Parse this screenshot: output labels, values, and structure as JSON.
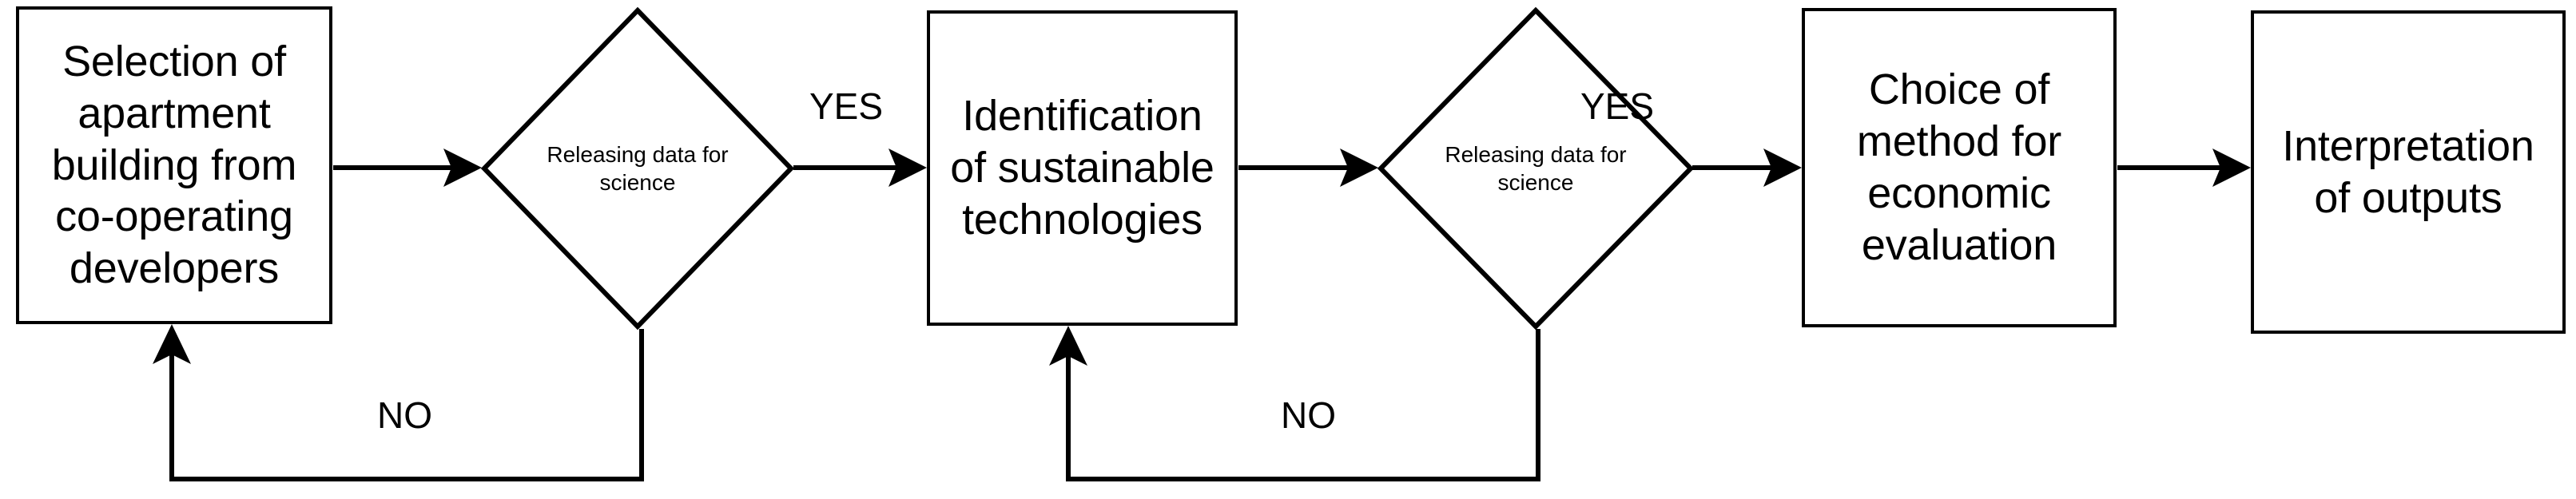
{
  "diagram": {
    "type": "flowchart",
    "orientation": "left-to-right",
    "background_color": "#ffffff",
    "stroke_color": "#000000",
    "nodes": [
      {
        "id": "n1",
        "shape": "process",
        "text": "Selection of\napartment\nbuilding from\nco-operating\ndevelopers"
      },
      {
        "id": "d1",
        "shape": "decision",
        "text": "Releasing data for\nscience"
      },
      {
        "id": "n2",
        "shape": "process",
        "text": "Identification\nof sustainable\ntechnologies"
      },
      {
        "id": "d2",
        "shape": "decision",
        "text": "Releasing data for\nscience"
      },
      {
        "id": "n3",
        "shape": "process",
        "text": "Choice of\nmethod for\neconomic\nevaluation"
      },
      {
        "id": "n4",
        "shape": "process",
        "text": "Interpretation\nof outputs"
      }
    ],
    "edges": [
      {
        "id": "e1",
        "from": "n1",
        "to": "d1",
        "label": ""
      },
      {
        "id": "e2",
        "from": "d1",
        "to": "n2",
        "label": "YES"
      },
      {
        "id": "e3",
        "from": "n2",
        "to": "d2",
        "label": ""
      },
      {
        "id": "e4",
        "from": "d2",
        "to": "n3",
        "label": "YES"
      },
      {
        "id": "e5",
        "from": "n3",
        "to": "n4",
        "label": ""
      },
      {
        "id": "e6",
        "from": "d1",
        "to": "n1",
        "label": "NO"
      },
      {
        "id": "e7",
        "from": "d2",
        "to": "n2",
        "label": "NO"
      }
    ]
  }
}
